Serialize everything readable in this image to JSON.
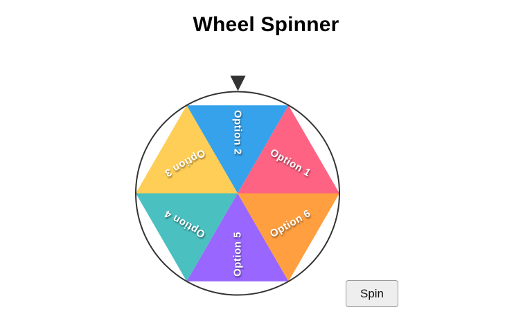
{
  "title": "Wheel Spinner",
  "wheel": {
    "pointer_color": "#333333",
    "ring_color": "#333333",
    "label_color": "#ffffff",
    "segments": [
      {
        "label": "Option 1",
        "color": "#FF6384"
      },
      {
        "label": "Option 2",
        "color": "#36A2EB"
      },
      {
        "label": "Option 3",
        "color": "#FFCE56"
      },
      {
        "label": "Option 4",
        "color": "#4BC0C0"
      },
      {
        "label": "Option 5",
        "color": "#9966FF"
      },
      {
        "label": "Option 6",
        "color": "#FF9F40"
      }
    ]
  },
  "spin_button": {
    "label": "Spin"
  }
}
